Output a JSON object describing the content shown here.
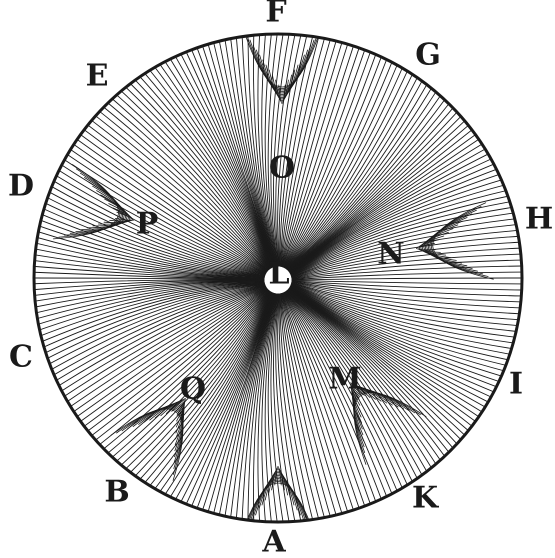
{
  "figure": {
    "ink_color": "#1a1a1a",
    "paper_color": "#ffffff",
    "rim_labels": [
      "A",
      "B",
      "C",
      "D",
      "E",
      "F",
      "G",
      "H",
      "I",
      "K"
    ],
    "inner_labels": [
      "L",
      "M",
      "N",
      "O",
      "P",
      "Q"
    ]
  }
}
